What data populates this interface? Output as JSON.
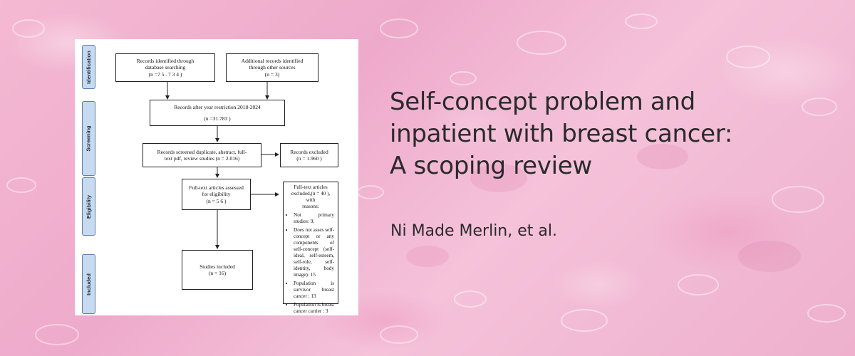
{
  "stages": [
    "Identification",
    "Screening",
    "Eligibility",
    "Included"
  ],
  "boxes": {
    "db_search": [
      "Records identified through",
      "database searching",
      "(n =7 5 . 7 3 4 )"
    ],
    "other_sources": [
      "Additional records identified",
      "through other sources",
      "(n = 3)"
    ],
    "after_restriction": [
      "Records after year restriction 2018-2024",
      "(n =31.783 )"
    ],
    "screened": [
      "Records screened duplicate, abstract, full-",
      "text pdf, review studies (n = 2.016)"
    ],
    "excluded": [
      "Records excluded",
      "(n = 1.960 )"
    ],
    "fulltext": [
      "Full-text articles assessed",
      "for eligibility",
      "(n = 5 6 )"
    ],
    "included": [
      "Studies included",
      "(n = 16)"
    ]
  },
  "exclusions": {
    "heading": [
      "Full-text articles",
      "excluded,(n = 40 ), with",
      "reasons:"
    ],
    "reasons": [
      "Not primary studies: 9,",
      "Does not asses self-concept or any components of self-concept (self-ideal, self-esteem, self-role, self-identity, body image): 15",
      "Population is survivor breast cancer : 13",
      "Population is breast cancer carrier : 3"
    ]
  },
  "title_lines": [
    "Self-concept problem and",
    "inpatient with breast cancer:",
    "A scoping review"
  ],
  "authors": "Ni Made Merlin, et al.",
  "colors": {
    "stage_fill": "#c7daf0",
    "stage_border": "#5b7fa8",
    "background": "#f0b3cf",
    "text": "#2a2a2a"
  }
}
